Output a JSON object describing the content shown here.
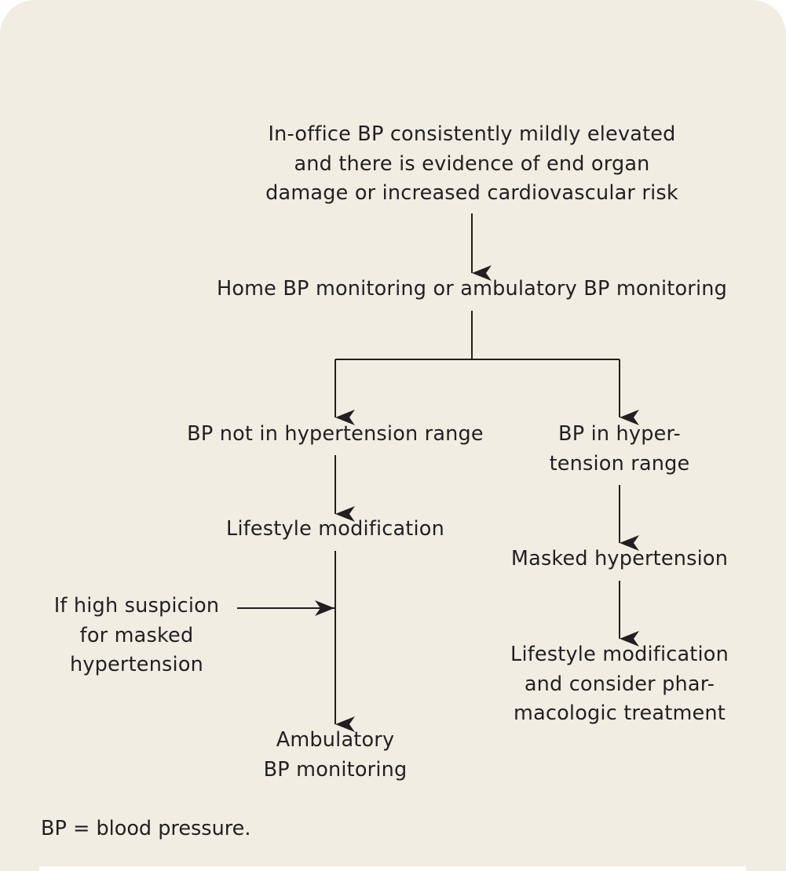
{
  "flowchart": {
    "start": "In-office BP consistently mildly elevated\nand there is evidence of end organ\ndamage or increased cardiovascular risk",
    "monitoring": "Home BP monitoring or ambulatory BP monitoring",
    "not_in_range": "BP not in hypertension range",
    "in_range": "BP in hyper-\ntension range",
    "lifestyle_left": "Lifestyle modification",
    "high_suspicion": "If high suspicion\nfor masked\nhypertension",
    "ambulatory": "Ambulatory\nBP monitoring",
    "masked": "Masked hypertension",
    "treatment": "Lifestyle modification\nand consider phar-\nmacologic treatment"
  },
  "footnote": "BP = blood pressure.",
  "colors": {
    "panel_background": "#f2ede3",
    "text": "#231f20",
    "lines": "#231f20"
  }
}
